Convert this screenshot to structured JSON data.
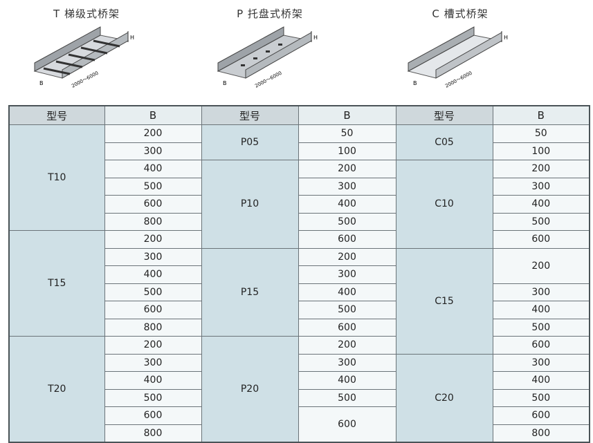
{
  "products": [
    {
      "id": "t",
      "title": "T 梯级式桥架",
      "dim_b": "B",
      "dim_h": "H",
      "dim_len": "2000～6000"
    },
    {
      "id": "p",
      "title": "P 托盘式桥架",
      "dim_b": "B",
      "dim_h": "H",
      "dim_len": "2000～6000"
    },
    {
      "id": "c",
      "title": "C 槽式桥架",
      "dim_b": "B",
      "dim_h": "H",
      "dim_len": "2000～6000"
    }
  ],
  "table": {
    "headers": [
      "型号",
      "B",
      "型号",
      "B",
      "型号",
      "B"
    ],
    "t_groups": [
      {
        "model": "T10",
        "values": [
          "200",
          "300",
          "400",
          "500",
          "600",
          "800"
        ]
      },
      {
        "model": "T15",
        "values": [
          "200",
          "300",
          "400",
          "500",
          "600",
          "800"
        ]
      },
      {
        "model": "T20",
        "values": [
          "200",
          "300",
          "400",
          "500",
          "600",
          "800"
        ]
      }
    ],
    "p_groups": [
      {
        "model": "P05",
        "values": [
          "50",
          "100"
        ]
      },
      {
        "model": "P10",
        "values": [
          "200",
          "300",
          "400",
          "500",
          "600"
        ]
      },
      {
        "model": "P15",
        "values": [
          "200",
          "300",
          "400",
          "500",
          "600"
        ]
      },
      {
        "model": "P20",
        "values": [
          "200",
          "300",
          "400",
          "500",
          "600"
        ]
      }
    ],
    "c_groups": [
      {
        "model": "C05",
        "values": [
          "50",
          "100"
        ]
      },
      {
        "model": "C10",
        "values": [
          "200",
          "300",
          "400",
          "500",
          "600"
        ]
      },
      {
        "model": "C15",
        "values": [
          "200",
          "300",
          "400",
          "500"
        ]
      },
      {
        "model": "C20",
        "values": [
          "600",
          "300",
          "400",
          "500",
          "600",
          "800"
        ]
      }
    ]
  }
}
